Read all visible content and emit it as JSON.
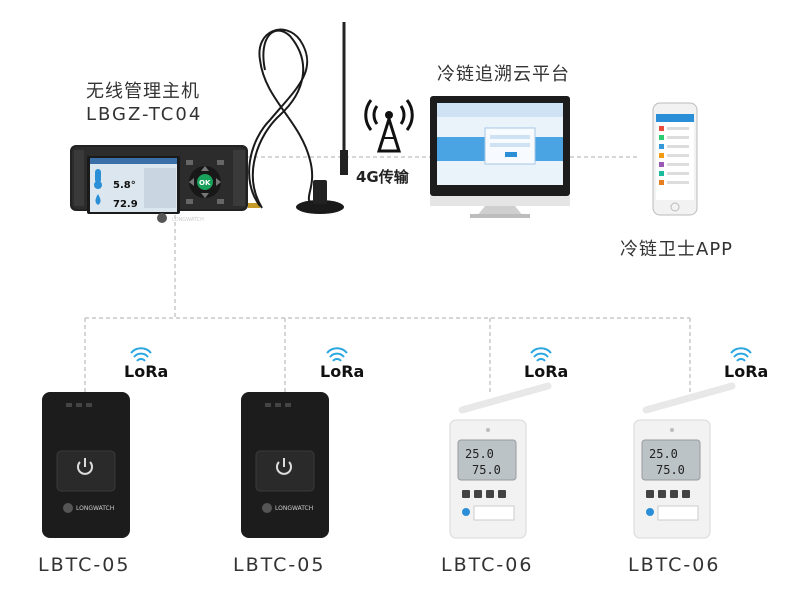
{
  "host": {
    "title": "无线管理主机",
    "model": "LBGZ-TC04",
    "screen_temp": "5.8°",
    "screen_humidity": "72.9",
    "ok_label": "OK",
    "brand": "LONGWATCH"
  },
  "link_label": "4G传输",
  "cloud": {
    "title": "冷链追溯云平台"
  },
  "app": {
    "title": "冷链卫士APP"
  },
  "lora_label": "LoRa",
  "devices": [
    {
      "model": "LBTC-05",
      "brand": "LONGWATCH"
    },
    {
      "model": "LBTC-05",
      "brand": "LONGWATCH"
    },
    {
      "model": "LBTC-06",
      "display_top": "25.0",
      "display_bottom": "75.0"
    },
    {
      "model": "LBTC-06",
      "display_top": "25.0",
      "display_bottom": "75.0"
    }
  ],
  "colors": {
    "connector": "#c8c8c8",
    "lora_wave": "#2aa6e0",
    "device_black": "#1c1c1c",
    "device_white": "#f2f2f2",
    "screen_blue": "#2a8fd6"
  }
}
